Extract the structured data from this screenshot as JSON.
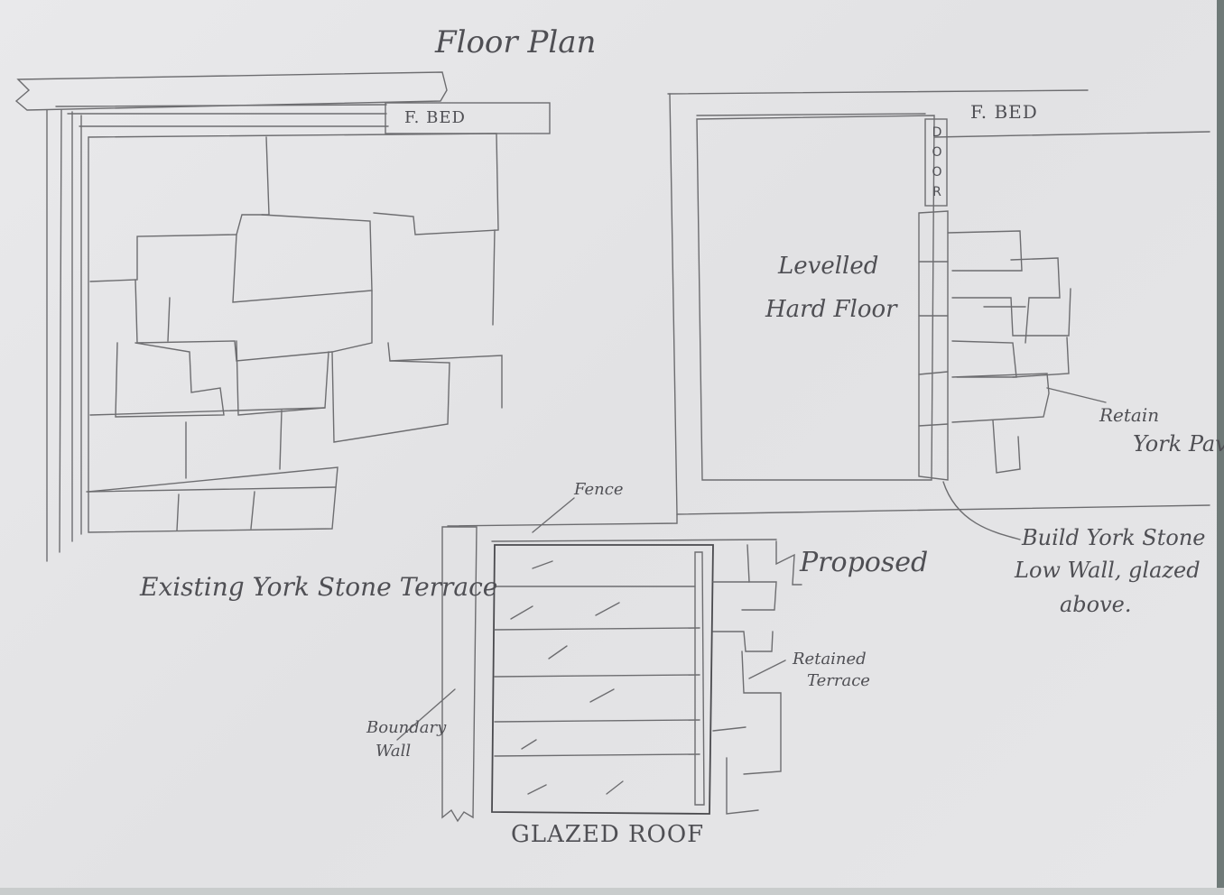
{
  "sketch": {
    "title": "Floor Plan",
    "existing": {
      "flower_bed": "F. BED",
      "caption": "Existing York Stone Terrace"
    },
    "proposed_room": {
      "flower_bed": "F. BED",
      "door_letters": [
        "D",
        "O",
        "O",
        "R"
      ],
      "floor_label_line1": "Levelled",
      "floor_label_line2": "Hard Floor",
      "retain_line1": "Retain",
      "retain_line2": "York Pav",
      "build_line1": "Build York Stone",
      "build_line2": "Low Wall, glazed",
      "build_line3": "above."
    },
    "roof_plan": {
      "fence": "Fence",
      "proposed": "Proposed",
      "retained_line1": "Retained",
      "retained_line2": "Terrace",
      "boundary_line1": "Boundary",
      "boundary_line2": "Wall",
      "caption": "GLAZED ROOF"
    }
  }
}
